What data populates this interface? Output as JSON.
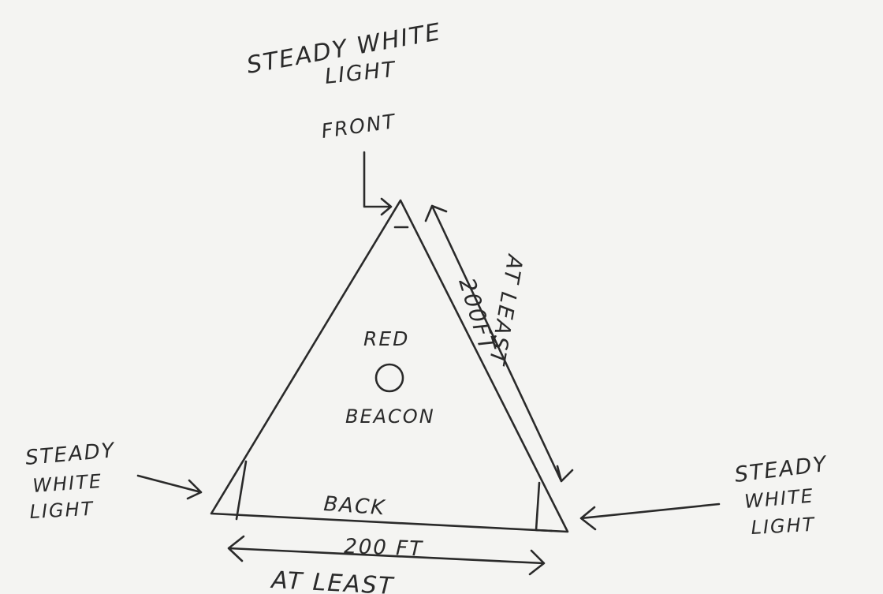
{
  "labels": {
    "top_light_line1": "STEADY WHITE",
    "top_light_line2": "LIGHT",
    "front": "FRONT",
    "beacon_top": "RED",
    "beacon_bottom": "BEACON",
    "side_distance_line1": "200FT",
    "side_distance_line2": "AT LEAST",
    "back": "BACK",
    "bottom_distance_line1": "200 FT",
    "bottom_distance_line2": "AT LEAST",
    "left_light_line1": "STEADY",
    "left_light_line2": "WHITE",
    "left_light_line3": "LIGHT",
    "right_light_line1": "STEADY",
    "right_light_line2": "WHITE",
    "right_light_line3": "LIGHT"
  },
  "icons": {
    "beacon": "circle-icon",
    "arrows": "arrow-icon"
  }
}
